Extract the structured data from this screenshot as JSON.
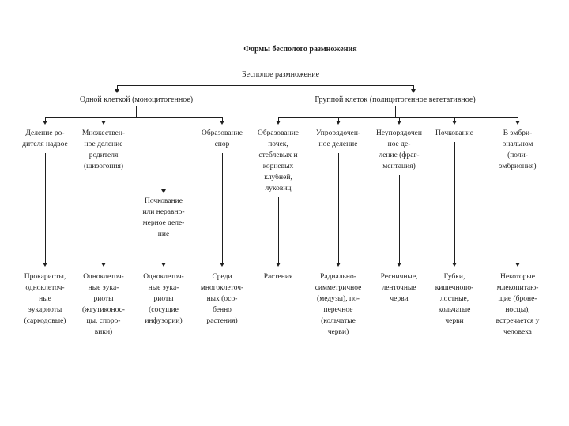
{
  "title": "Формы бесполого размножения",
  "root_label": "Бесполое размножение",
  "groups": [
    {
      "label": "Одной клеткой (моноцитогенное)"
    },
    {
      "label": "Группой клеток (полицитогенное вегетативное)"
    }
  ],
  "intermediate": {
    "label": "Почкование\nили неравно-\nмерное деле-\nние"
  },
  "columns": [
    {
      "top": "Деление ро-\nдителя надвое",
      "bottom": "Прокариоты,\nодноклеточ-\nные\nэукариоты\n(саркодовые)"
    },
    {
      "top": "Множествен-\nное деление\nродителя\n(шизогония)",
      "bottom": "Одноклеточ-\nные эука-\nриоты\n(жгутиконос-\nцы, споро-\nвики)"
    },
    {
      "top": "",
      "bottom": "Одноклеточ-\nные эука-\nриоты\n(сосущие\nинфузории)"
    },
    {
      "top": "Образование\nспор",
      "bottom": "Среди\nмногоклеточ-\nных (осо-\nбенно\nрастения)"
    },
    {
      "top": "Образование\nпочек,\nстеблевых и\nкорневых\nклубней,\nлуковиц",
      "bottom": "Растения"
    },
    {
      "top": "Упрорядочен-\nное деление",
      "bottom": "Радиально-\nсимметричное\n(медузы), по-\nперечное\n(кольчатые\nчерви)"
    },
    {
      "top": "Неупорядочен\nное де-\nление (фраг-\nментация)",
      "bottom": "Ресничные,\nленточные\nчерви"
    },
    {
      "top": "Почкование",
      "bottom": "Губки,\nкишечнопо-\nлостные,\nкольчатые\nчерви"
    },
    {
      "top": "В эмбри-\nональном\n(поли-\nэмбриония)",
      "bottom": "Некоторые\nмлекопитаю-\nщие (броне-\nносцы),\nвстречается у\nчеловека"
    }
  ],
  "colors": {
    "ink": "#1f1f1f",
    "background": "#ffffff"
  }
}
